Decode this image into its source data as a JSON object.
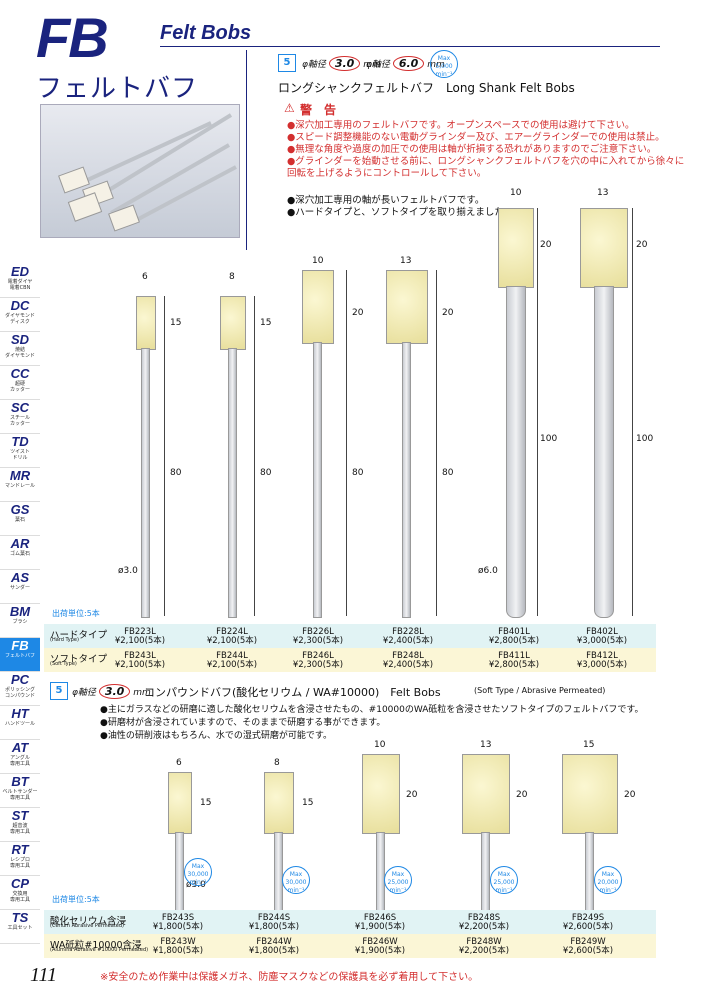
{
  "header": {
    "code": "FB",
    "name_en": "Felt Bobs",
    "name_jp": "フェルトバフ"
  },
  "sidebar": [
    {
      "code": "ED",
      "sub": "電着ダイヤ\n電着CBN"
    },
    {
      "code": "DC",
      "sub": "ダイヤモンド\nディスク"
    },
    {
      "code": "SD",
      "sub": "焼結\nダイヤモンド"
    },
    {
      "code": "CC",
      "sub": "超硬\nカッター"
    },
    {
      "code": "SC",
      "sub": "スチール\nカッター"
    },
    {
      "code": "TD",
      "sub": "ツイスト\nドリル"
    },
    {
      "code": "MR",
      "sub": "マンドレール"
    },
    {
      "code": "GS",
      "sub": "葉石"
    },
    {
      "code": "AR",
      "sub": "ゴム葉石"
    },
    {
      "code": "AS",
      "sub": "サンダー"
    },
    {
      "code": "BM",
      "sub": "ブラシ"
    },
    {
      "code": "FB",
      "sub": "フェルトバフ",
      "active": true
    },
    {
      "code": "PC",
      "sub": "ポリッシング\nコンパウンド"
    },
    {
      "code": "HT",
      "sub": "ハンドツール"
    },
    {
      "code": "AT",
      "sub": "アングル\n専用工具"
    },
    {
      "code": "BT",
      "sub": "ベルトサンダー\n専用工具"
    },
    {
      "code": "ST",
      "sub": "超音波\n専用工具"
    },
    {
      "code": "RT",
      "sub": "レシプロ\n専用工具"
    },
    {
      "code": "CP",
      "sub": "交換用\n専用工具"
    },
    {
      "code": "TS",
      "sub": "工具セット"
    }
  ],
  "section1": {
    "shaft_count": "5",
    "shaft_label_1": "φ軸径",
    "shaft_1": "3.0",
    "shaft_label_2": "φ軸径",
    "shaft_2": "6.0",
    "unit": "mm",
    "max_text": "Max\n5,000\nmin⁻¹",
    "title": "ロングシャンクフェルトバフ　Long Shank Felt Bobs",
    "warning_title": "警　告",
    "warnings": [
      "●深穴加工専用のフェルトバフです。オープンスペースでの使用は避けて下さい。",
      "●スピード調整機能のない電動グラインダー及び、エアーグラインダーでの使用は禁止。",
      "●無理な角度や過度の加圧での使用は軸が折損する恐れがありますのでご注意下さい。",
      "●グラインダーを始動させる前に、ロングシャンクフェルトバフを穴の中に入れてから徐々に回転を上げるようにコントロールして下さい。"
    ],
    "bullets": [
      "●深穴加工専用の軸が長いフェルトバフです。",
      "●ハードタイプと、ソフトタイプを取り揃えました。"
    ],
    "dims": {
      "d1": "6",
      "d2": "8",
      "d3": "10",
      "d4": "13",
      "d5": "10",
      "d6": "13",
      "h1": "15",
      "h2": "15",
      "h3": "20",
      "h4": "20",
      "h5": "20",
      "h6": "20",
      "l1": "80",
      "l2": "80",
      "l3": "80",
      "l4": "80",
      "l5": "100",
      "l6": "100",
      "s1": "ø3.0",
      "s5": "ø6.0"
    },
    "unit_note": "出荷単位:5本",
    "hard_label": "ハードタイプ",
    "hard_sub": "(Hard Type)",
    "soft_label": "ソフトタイプ",
    "soft_sub": "(Soft Type)",
    "hard": [
      {
        "code": "FB223L",
        "price": "¥2,100(5本)"
      },
      {
        "code": "FB224L",
        "price": "¥2,100(5本)"
      },
      {
        "code": "FB226L",
        "price": "¥2,300(5本)"
      },
      {
        "code": "FB228L",
        "price": "¥2,400(5本)"
      },
      {
        "code": "FB401L",
        "price": "¥2,800(5本)"
      },
      {
        "code": "FB402L",
        "price": "¥3,000(5本)"
      }
    ],
    "soft": [
      {
        "code": "FB243L",
        "price": "¥2,100(5本)"
      },
      {
        "code": "FB244L",
        "price": "¥2,100(5本)"
      },
      {
        "code": "FB246L",
        "price": "¥2,300(5本)"
      },
      {
        "code": "FB248L",
        "price": "¥2,400(5本)"
      },
      {
        "code": "FB411L",
        "price": "¥2,800(5本)"
      },
      {
        "code": "FB412L",
        "price": "¥3,000(5本)"
      }
    ]
  },
  "section2": {
    "shaft_count": "5",
    "shaft_label": "φ軸径",
    "shaft": "3.0",
    "unit": "mm",
    "title": "コンパウンドバフ(酸化セリウム / WA#10000)　Felt Bobs",
    "title_sub": "(Soft Type / Abrasive Permeated)",
    "bullets": [
      "●主にガラスなどの研磨に適した酸化セリウムを含浸させたもの、#10000のWA砥粒を含浸させたソフトタイプのフェルトバフです。",
      "●研磨材が含浸されていますので、そのままで研磨する事ができます。",
      "●油性の研削液はもちろん、水での湿式研磨が可能です。"
    ],
    "dims": {
      "d1": "6",
      "d2": "8",
      "d3": "10",
      "d4": "13",
      "d5": "15",
      "h1": "15",
      "h2": "15",
      "h3": "20",
      "h4": "20",
      "h5": "20",
      "s1": "ø3.0"
    },
    "max": [
      "Max\n30,000\nmin⁻¹",
      "Max\n30,000\nmin⁻¹",
      "Max\n25,000\nmin⁻¹",
      "Max\n25,000\nmin⁻¹",
      "Max\n20,000\nmin⁻¹"
    ],
    "unit_note": "出荷単位:5本",
    "ce_label": "酸化セリウム含浸",
    "ce_sub": "(Cerium Abrasive Permeated)",
    "wa_label": "WA砥粒#10000含浸",
    "wa_sub": "(Alumina Abrasive #10000 Permeated)",
    "ce": [
      {
        "code": "FB243S",
        "price": "¥1,800(5本)"
      },
      {
        "code": "FB244S",
        "price": "¥1,800(5本)"
      },
      {
        "code": "FB246S",
        "price": "¥1,900(5本)"
      },
      {
        "code": "FB248S",
        "price": "¥2,200(5本)"
      },
      {
        "code": "FB249S",
        "price": "¥2,600(5本)"
      }
    ],
    "wa": [
      {
        "code": "FB243W",
        "price": "¥1,800(5本)"
      },
      {
        "code": "FB244W",
        "price": "¥1,800(5本)"
      },
      {
        "code": "FB246W",
        "price": "¥1,900(5本)"
      },
      {
        "code": "FB248W",
        "price": "¥2,200(5本)"
      },
      {
        "code": "FB249W",
        "price": "¥2,600(5本)"
      }
    ]
  },
  "footer": {
    "page": "111",
    "note": "※安全のため作業中は保護メガネ、防塵マスクなどの保護具を必ず着用して下さい。"
  },
  "colors": {
    "brand": "#1a237e",
    "accent": "#1e88e5",
    "warning": "#d32f2f",
    "row_a": "#e1f3f4",
    "row_b": "#fbf6d6"
  }
}
